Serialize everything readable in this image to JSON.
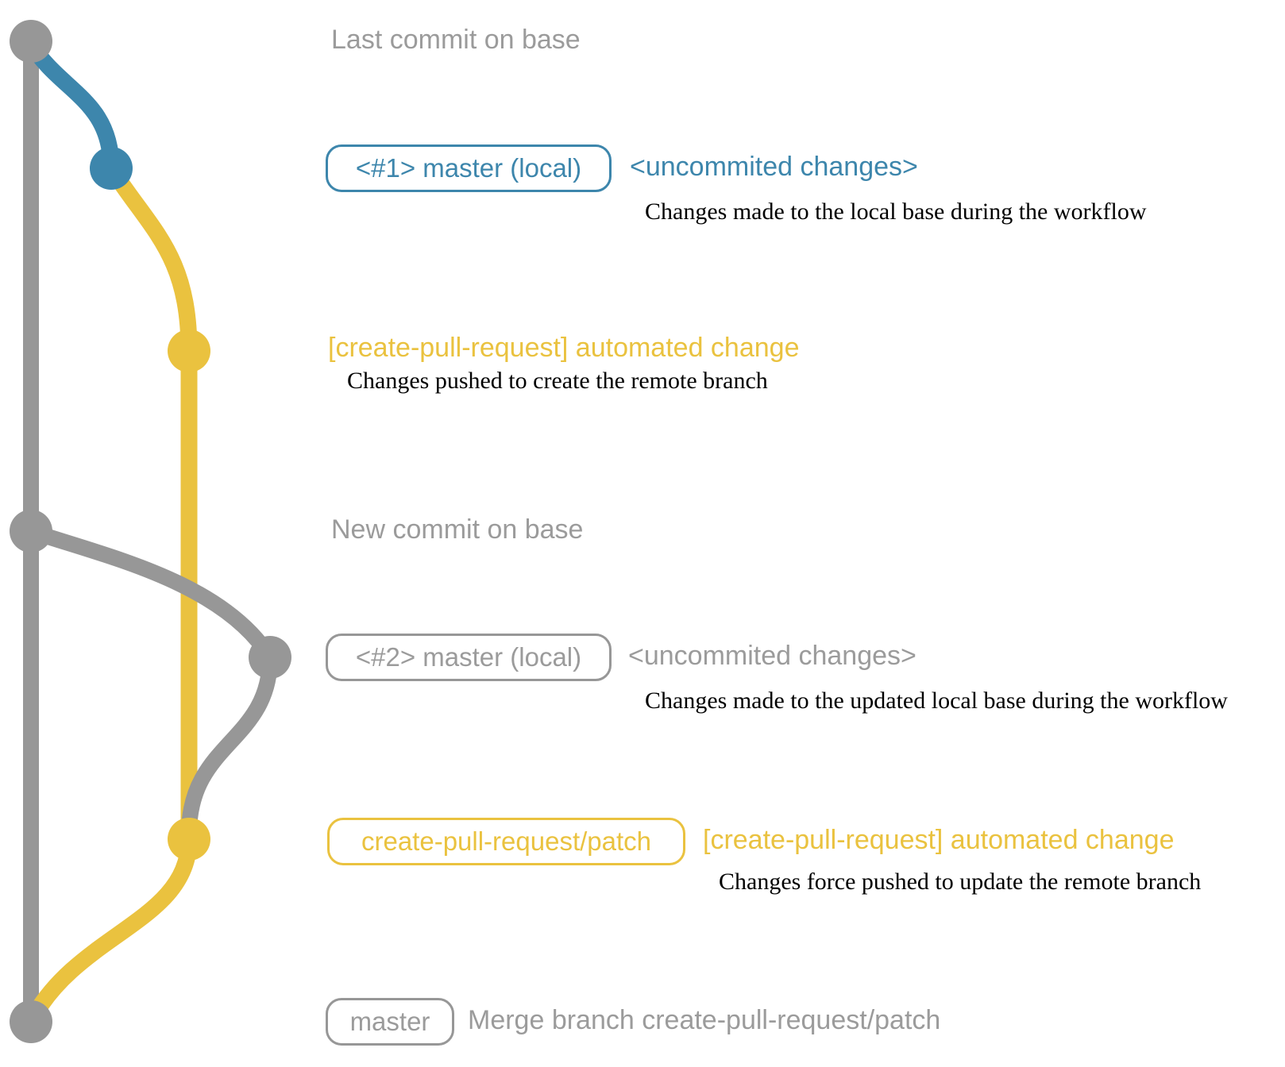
{
  "colors": {
    "graph_gray": "#979797",
    "label_gray": "#9b9b9b",
    "branch_blue": "#3d86ac",
    "branch_yellow": "#eac23f",
    "annotation_black": "#000000",
    "background": "#ffffff"
  },
  "commits": [
    {
      "id": "last-commit-on-base",
      "branch": "base",
      "message": "Last commit on base"
    },
    {
      "id": "local-commit-1",
      "branch": "master-local-1",
      "tag": "<#1> master (local)",
      "message": "<uncommited changes>",
      "note": "Changes made to the local base during the workflow"
    },
    {
      "id": "automated-change-1",
      "branch": "create-pull-request-patch",
      "message": "[create-pull-request] automated change",
      "note": "Changes pushed to create the remote branch"
    },
    {
      "id": "new-commit-on-base",
      "branch": "base",
      "message": "New commit on base"
    },
    {
      "id": "local-commit-2",
      "branch": "master-local-2",
      "tag": "<#2> master (local)",
      "message": "<uncommited changes>",
      "note": "Changes made to the updated local base during the workflow"
    },
    {
      "id": "automated-change-2",
      "branch": "create-pull-request-patch",
      "tag": "create-pull-request/patch",
      "message": "[create-pull-request] automated change",
      "note": "Changes force pushed to update the remote branch"
    },
    {
      "id": "merge-commit",
      "branch": "base",
      "tag": "master",
      "message": "Merge branch create-pull-request/patch"
    }
  ]
}
